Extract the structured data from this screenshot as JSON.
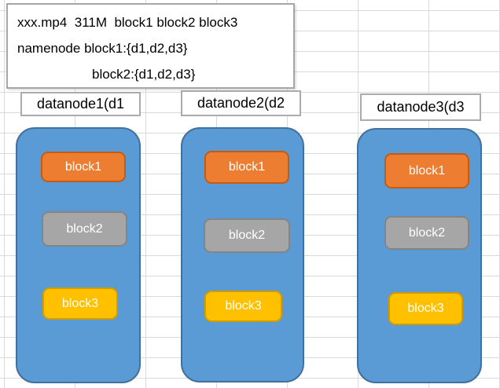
{
  "note": {
    "line1": "xxx.mp4  311M  block1 block2 block3",
    "line2": "namenode block1:{d1,d2,d3}",
    "line3": "block2:{d1,d2,d3}"
  },
  "datanodes": [
    {
      "label": "datanode1(d1",
      "blocks": [
        {
          "name": "block1",
          "fill": "#ED7D31",
          "border": "#C55A11"
        },
        {
          "name": "block2",
          "fill": "#A6A6A6",
          "border": "#848484"
        },
        {
          "name": "block3",
          "fill": "#FFC000",
          "border": "#D19C00"
        }
      ]
    },
    {
      "label": "datanode2(d2",
      "blocks": [
        {
          "name": "block1",
          "fill": "#ED7D31",
          "border": "#C55A11"
        },
        {
          "name": "block2",
          "fill": "#A6A6A6",
          "border": "#848484"
        },
        {
          "name": "block3",
          "fill": "#FFC000",
          "border": "#D19C00"
        }
      ]
    },
    {
      "label": "datanode3(d3",
      "blocks": [
        {
          "name": "block1",
          "fill": "#ED7D31",
          "border": "#C55A11"
        },
        {
          "name": "block2",
          "fill": "#A6A6A6",
          "border": "#848484"
        },
        {
          "name": "block3",
          "fill": "#FFC000",
          "border": "#D19C00"
        }
      ]
    }
  ],
  "colors": {
    "container_fill": "#5B9BD5",
    "container_border": "#41719C",
    "gridline": "#D9D9D9",
    "background": "#FFFFFF"
  }
}
